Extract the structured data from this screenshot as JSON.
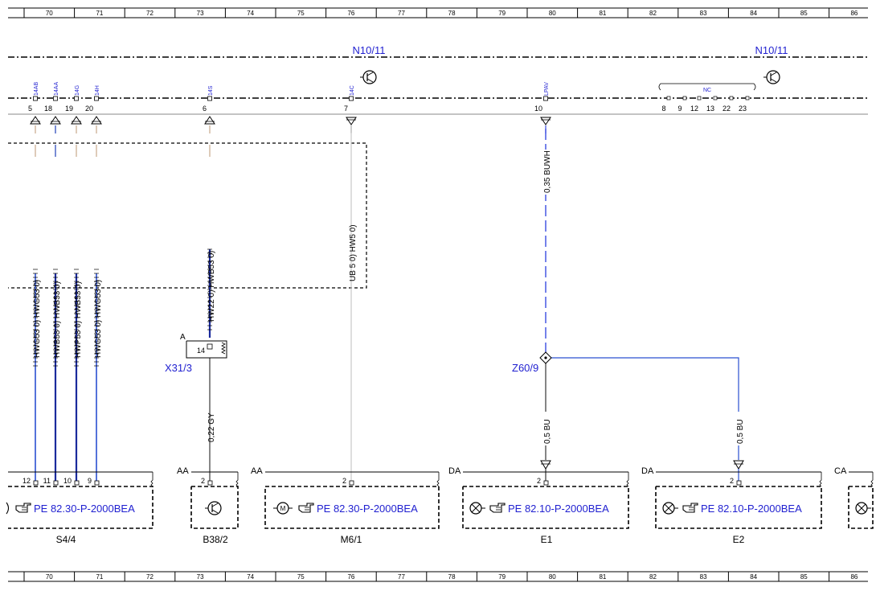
{
  "ruler": {
    "columns": [
      "70",
      "71",
      "72",
      "73",
      "74",
      "75",
      "76",
      "77",
      "78",
      "79",
      "80",
      "81",
      "82",
      "83",
      "84",
      "85",
      "86"
    ]
  },
  "control_units": {
    "left_label": "N10/11",
    "right_label": "N10/11"
  },
  "connector_pins": [
    {
      "code": "14AB",
      "pin": "5"
    },
    {
      "code": "14AA",
      "pin": "18"
    },
    {
      "code": "14G",
      "pin": "19"
    },
    {
      "code": "14H",
      "pin": "20"
    },
    {
      "code": "14S",
      "pin": "6"
    },
    {
      "code": "14C",
      "pin": "7"
    },
    {
      "code": "LPAV",
      "pin": "10"
    }
  ],
  "nc_group": {
    "label": "NC",
    "pins": [
      "8",
      "9",
      "12",
      "13",
      "22",
      "23"
    ]
  },
  "wire_labels": {
    "w1": "HWG53 0) HWG53 0)",
    "w2": "HWB53 0) HWB53 0)",
    "w3": "HWP53 0) HWB53 0)",
    "w4": "HWG53 0) HWG53 0)",
    "w5": "HW22 0) HWB53 0)",
    "w6": "UB 5 0) HW5 0)",
    "lpav_wire": "0,35 BUWH",
    "gy_wire": "0,22 GY",
    "e1_wire": "0,5 BU",
    "e2_wire": "0,5 BU"
  },
  "connectors": {
    "x31_3": {
      "label": "X31/3",
      "letter": "A",
      "pin": "14"
    },
    "z60_9": {
      "label": "Z60/9"
    }
  },
  "components": [
    {
      "name": "S4/4",
      "section": "",
      "pins": [
        "12",
        "11",
        "10",
        "9"
      ],
      "ref": "PE 82.30-P-2000BEA",
      "color": "#1f1fd0"
    },
    {
      "name": "B38/2",
      "section": "AA",
      "pins": [
        "2"
      ],
      "ref": "",
      "color": "#1f1fd0"
    },
    {
      "name": "M6/1",
      "section": "AA",
      "pins": [
        "2"
      ],
      "ref": "PE 82.30-P-2000BEA",
      "color": "#1f1fd0"
    },
    {
      "name": "E1",
      "section": "DA",
      "pins": [
        "2"
      ],
      "ref": "PE 82.10-P-2000BEA",
      "color": "#1f1fd0"
    },
    {
      "name": "E2",
      "section": "DA",
      "pins": [
        "2"
      ],
      "ref": "PE 82.10-P-2000BEA",
      "color": "#1f1fd0"
    },
    {
      "name": "",
      "section": "CA",
      "pins": [],
      "ref": "",
      "color": "#1f1fd0"
    }
  ],
  "colors": {
    "label_blue": "#1f1fd0",
    "wire_blue": "#1f3fb8",
    "wire_dark_blue": "#1a2a9c",
    "wire_tan": "#c8a88a",
    "wire_gray": "#b0b0b0",
    "wire_dash_blue": "#3a4ce0"
  }
}
